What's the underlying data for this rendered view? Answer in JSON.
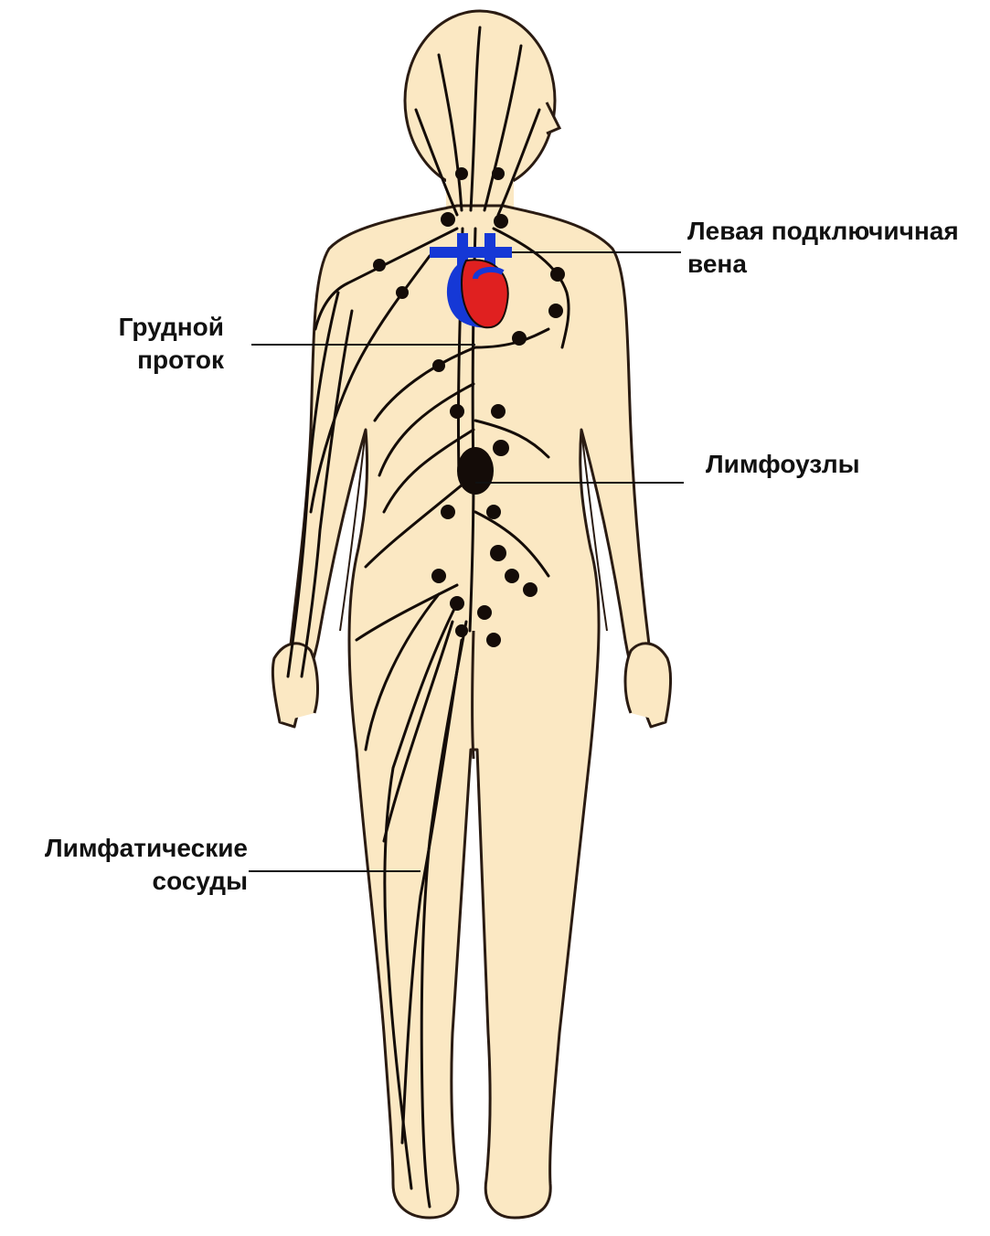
{
  "figure": {
    "labels": {
      "subclavian_vein": [
        "Левая подключичная",
        "вена"
      ],
      "thoracic_duct": [
        "Грудной",
        "проток"
      ],
      "lymph_nodes": [
        "Лимфоузлы"
      ],
      "lymph_vessels": [
        "Лимфатические",
        "сосуды"
      ]
    },
    "colors": {
      "background": "#ffffff",
      "skin": "#fbe8c3",
      "outline": "#2a1b12",
      "lymph": "#140c08",
      "heart_red": "#e02020",
      "heart_blue": "#1538d6",
      "pointer_line": "#111111",
      "text": "#111111"
    }
  }
}
